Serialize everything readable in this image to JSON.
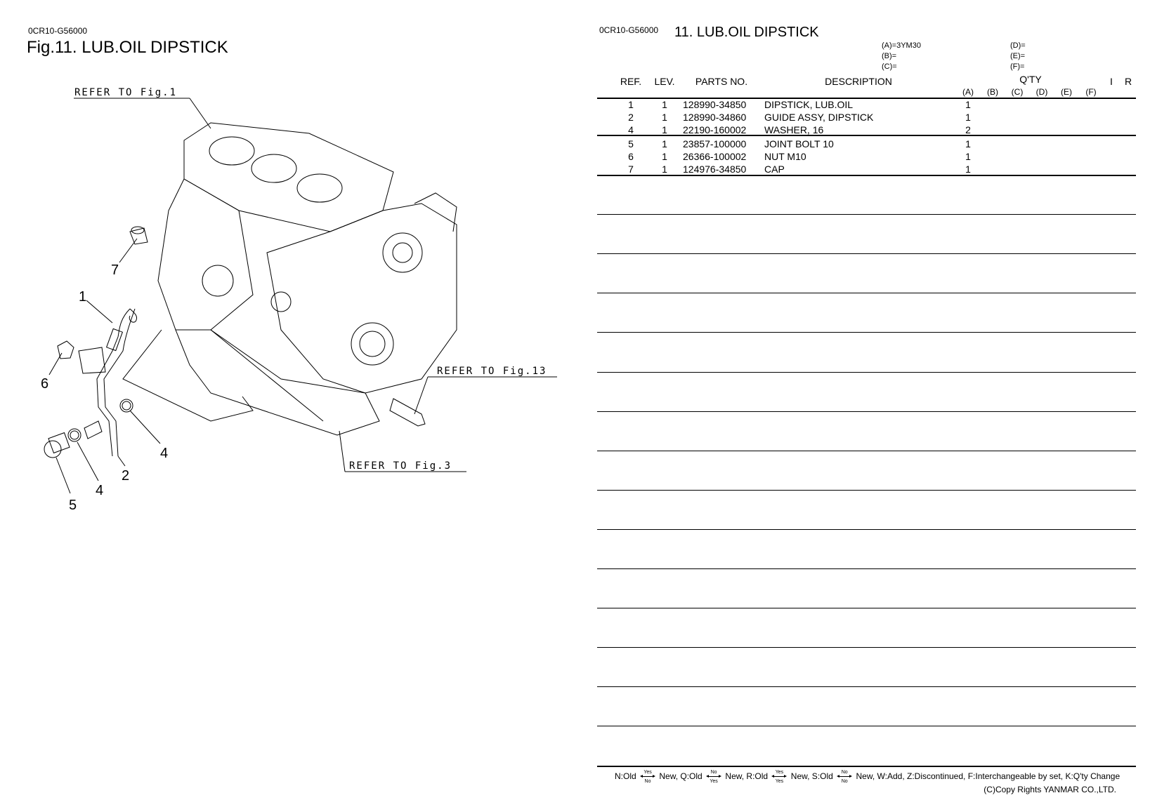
{
  "left": {
    "code": "0CR10-G56000",
    "fig_title": "Fig.11.  LUB.OIL DIPSTICK",
    "refer_fig1": "REFER TO Fig.1",
    "refer_fig13": "REFER TO Fig.13",
    "refer_fig3": "REFER TO Fig.3",
    "callouts": [
      "7",
      "1",
      "6",
      "4",
      "2",
      "4",
      "5"
    ]
  },
  "right": {
    "code": "0CR10-G56000",
    "title": "11.  LUB.OIL DIPSTICK",
    "models": {
      "a": "(A)=3YM30",
      "b": "(B)=",
      "c": "(C)=",
      "d": "(D)=",
      "e": "(E)=",
      "f": "(F)="
    },
    "headers": {
      "ref": "REF.",
      "lev": "LEV.",
      "parts_no": "PARTS NO.",
      "description": "DESCRIPTION",
      "qty": "Q'TY",
      "i": "I",
      "r": "R",
      "qty_cols": [
        "(A)",
        "(B)",
        "(C)",
        "(D)",
        "(E)",
        "(F)"
      ]
    },
    "rows": [
      {
        "ref": "1",
        "lev": "1",
        "parts_no": "128990-34850",
        "description": "DIPSTICK, LUB.OIL",
        "qty_a": "1"
      },
      {
        "ref": "2",
        "lev": "1",
        "parts_no": "128990-34860",
        "description": "GUIDE ASSY, DIPSTICK",
        "qty_a": "1"
      },
      {
        "ref": "4",
        "lev": "1",
        "parts_no": "22190-160002",
        "description": "WASHER, 16",
        "qty_a": "2"
      },
      {
        "ref": "5",
        "lev": "1",
        "parts_no": "23857-100000",
        "description": "JOINT BOLT 10",
        "qty_a": "1"
      },
      {
        "ref": "6",
        "lev": "1",
        "parts_no": "26366-100002",
        "description": "NUT M10",
        "qty_a": "1"
      },
      {
        "ref": "7",
        "lev": "1",
        "parts_no": "124976-34850",
        "description": "CAP",
        "qty_a": "1"
      }
    ],
    "legend": {
      "n": "N:Old",
      "q": "New, Q:Old",
      "r": "New, R:Old",
      "s": "New, S:Old",
      "rest": "New, W:Add, Z:Discontinued, F:Interchangeable by set, K:Q'ty Change",
      "yes": "Yes",
      "no": "No"
    },
    "copyright": "(C)Copy Rights YANMAR CO.,LTD."
  }
}
